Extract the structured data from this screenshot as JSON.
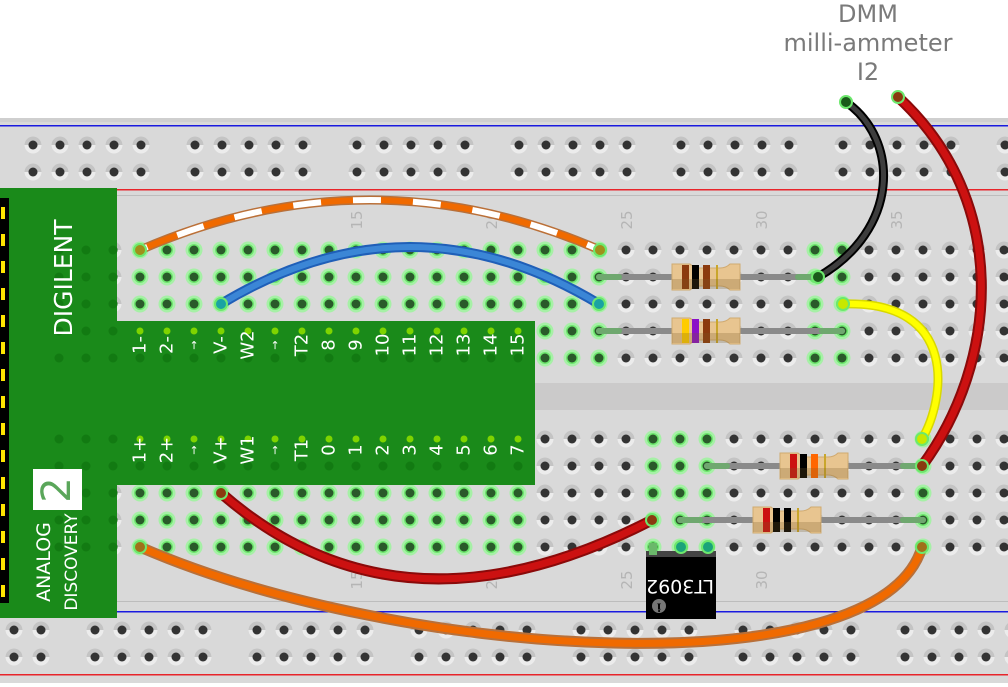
{
  "annotation": {
    "lines": [
      "DMM",
      "milli-ammeter",
      "I2"
    ]
  },
  "module": {
    "brand": "DIGILENT",
    "product_line1": "ANALOG",
    "product_line2": "DISCOVERY",
    "version": "2",
    "top_row_pins": [
      "1-",
      "2-",
      "→",
      "V-",
      "W2",
      "→",
      "T2",
      "8",
      "9",
      "10",
      "11",
      "12",
      "13",
      "14",
      "15"
    ],
    "bottom_row_pins": [
      "1+",
      "2+",
      "→",
      "V+",
      "W1",
      "→",
      "T1",
      "0",
      "1",
      "2",
      "3",
      "4",
      "5",
      "6",
      "7"
    ],
    "color": "#1a8a1a"
  },
  "breadboard": {
    "column_labels_top": [
      "15",
      "20",
      "25",
      "30",
      "35"
    ],
    "column_labels_bottom": [
      "15",
      "20",
      "25",
      "30"
    ],
    "rail_colors": {
      "negative": "#1a1adf",
      "positive": "#e8242a"
    }
  },
  "chip": {
    "label": "LT3092",
    "info_icon": "i"
  },
  "resistors": [
    {
      "name": "resistor-1",
      "bands": [
        "#8b3a0e",
        "#000000",
        "#8b3a0e",
        "#c9a62c"
      ]
    },
    {
      "name": "resistor-2",
      "bands": [
        "#ffcc00",
        "#8a10c8",
        "#8b3a0e",
        "#c9a62c"
      ]
    },
    {
      "name": "resistor-3",
      "bands": [
        "#cc1111",
        "#000000",
        "#ff6600",
        "#c9a62c"
      ]
    },
    {
      "name": "resistor-4",
      "bands": [
        "#cc1111",
        "#000000",
        "#000000",
        "#c9a62c"
      ]
    }
  ],
  "wires": [
    {
      "name": "orange-striped-wire",
      "color": "#f06a00"
    },
    {
      "name": "blue-wire",
      "color": "#3b86d6"
    },
    {
      "name": "black-wire",
      "color": "#333333"
    },
    {
      "name": "red-wire-right",
      "color": "#cc1111"
    },
    {
      "name": "yellow-wire",
      "color": "#f5f500"
    },
    {
      "name": "red-wire-bottom",
      "color": "#cc1111"
    },
    {
      "name": "orange-wire-bottom",
      "color": "#f06a00"
    }
  ]
}
